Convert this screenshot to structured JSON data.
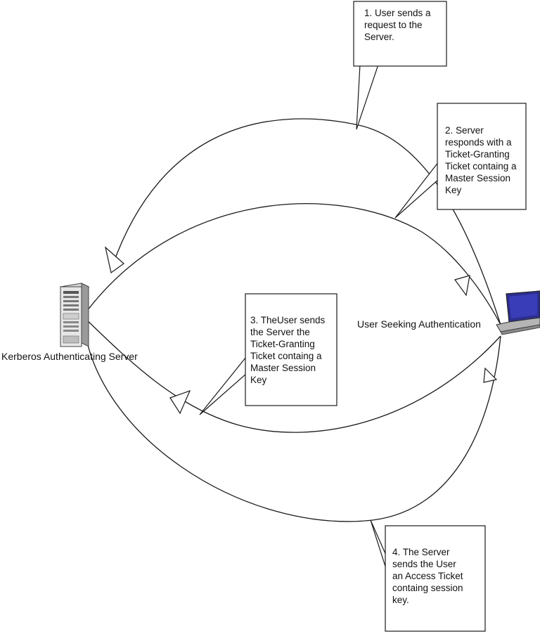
{
  "nodes": {
    "server_label": "Kerberos Authenticating Server",
    "user_label": "User Seeking Authentication"
  },
  "steps": [
    {
      "lines": [
        "1. User sends a",
        "request to the",
        "Server."
      ]
    },
    {
      "lines": [
        "2. Server",
        "responds with a",
        "Ticket-Granting",
        "Ticket containg a",
        "Master Session",
        "Key"
      ]
    },
    {
      "lines": [
        "3. TheUser sends",
        "the Server the",
        "Ticket-Granting",
        "Ticket containg a",
        "Master Session",
        "Key"
      ]
    },
    {
      "lines": [
        "4. The Server",
        "sends the User",
        "an Access Ticket",
        "containg session",
        "key."
      ]
    }
  ],
  "icons": {
    "server": "server-tower-icon",
    "user": "laptop-icon"
  }
}
